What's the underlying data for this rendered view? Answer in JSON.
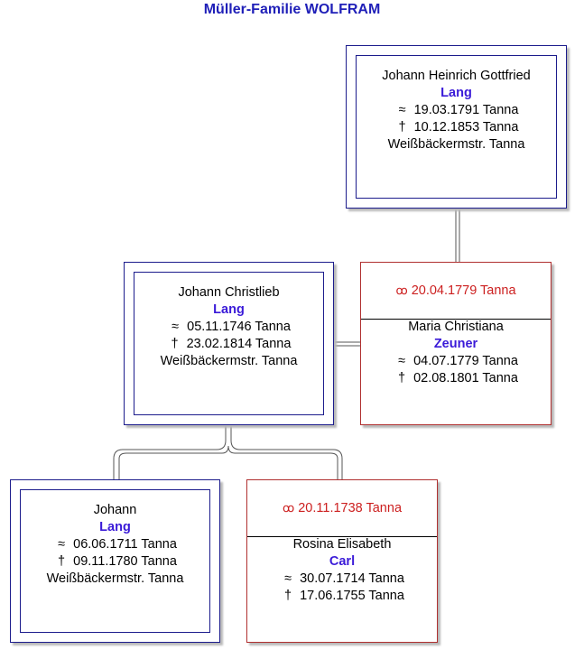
{
  "title": "Müller-Familie WOLFRAM",
  "symbols": {
    "birth": "≈",
    "death": "†",
    "rings": "ꝏ"
  },
  "gen1": {
    "given": "Johann Heinrich Gottfried",
    "surname": "Lang",
    "birth": "19.03.1791 Tanna",
    "death": "10.12.1853 Tanna",
    "occupation": "Weißbäckermstr. Tanna"
  },
  "gen2": {
    "given": "Johann Christlieb",
    "surname": "Lang",
    "birth": "05.11.1746 Tanna",
    "death": "23.02.1814 Tanna",
    "occupation": "Weißbäckermstr. Tanna"
  },
  "gen2_spouse": {
    "marriage": "20.04.1779 Tanna",
    "given": "Maria Christiana",
    "surname": "Zeuner",
    "birth": "04.07.1779 Tanna",
    "death": "02.08.1801 Tanna"
  },
  "gen3": {
    "given": "Johann",
    "surname": "Lang",
    "birth": "06.06.1711 Tanna",
    "death": "09.11.1780 Tanna",
    "occupation": "Weißbäckermstr. Tanna"
  },
  "gen3_spouse": {
    "marriage": "20.11.1738 Tanna",
    "given": "Rosina Elisabeth",
    "surname": "Carl",
    "birth": "30.07.1714 Tanna",
    "death": "17.06.1755 Tanna"
  },
  "colors": {
    "title": "#1f1fb8",
    "surname": "#3a1ad8",
    "marriage": "#cc1f1f",
    "person_border": "#1c1c8c",
    "spouse_border": "#b03030"
  }
}
